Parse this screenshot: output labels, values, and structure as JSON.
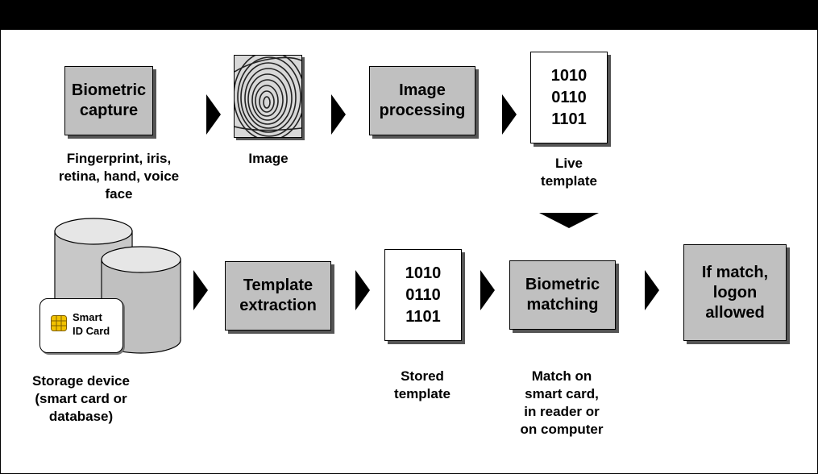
{
  "steps": {
    "capture": "Biometric\ncapture",
    "processing": "Image\nprocessing",
    "extraction": "Template\nextraction",
    "matching": "Biometric\nmatching",
    "result": "If match,\nlogon\nallowed"
  },
  "templates": {
    "live": "1010\n0110\n1101",
    "stored": "1010\n0110\n1101"
  },
  "captions": {
    "capture": "Fingerprint, iris,\nretina, hand, voice\nface",
    "image": "Image",
    "live": "Live\ntemplate",
    "storage": "Storage device\n(smart card or\ndatabase)",
    "stored": "Stored\ntemplate",
    "matching": "Match on\nsmart card,\nin reader or\non computer"
  },
  "smart_card": {
    "label": "Smart\nID Card"
  },
  "icons": {
    "fingerprint": "fingerprint-image",
    "database": "database-icon",
    "chip": "chip-icon"
  }
}
